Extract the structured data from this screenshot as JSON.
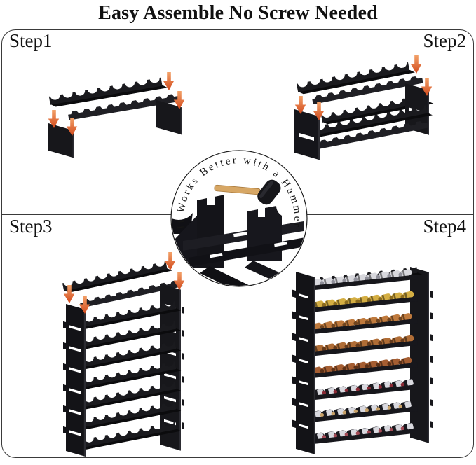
{
  "title": "Easy Assemble No Screw Needed",
  "steps": [
    {
      "label": "Step1",
      "position": "top-left"
    },
    {
      "label": "Step2",
      "position": "top-right"
    },
    {
      "label": "Step3",
      "position": "bottom-left"
    },
    {
      "label": "Step4",
      "position": "bottom-right"
    }
  ],
  "center_badge": {
    "text": "It Works Better with a Hammer"
  },
  "palette": {
    "background": "#ffffff",
    "line": "#3a3a3a",
    "rack_black": "#1a1a1e",
    "arrow_top": "#f3a269",
    "arrow_bottom": "#d2491b",
    "mallet_wood": "#d7a765",
    "mallet_rubber": "#16161a"
  },
  "step4_rack": {
    "bottles_per_row": 9,
    "rows": [
      {
        "name": "silver-foil",
        "style": "foil",
        "color": "#d8d8dd",
        "shade": "#90909a"
      },
      {
        "name": "gold-foil",
        "style": "foil",
        "color": "#d4ae43",
        "shade": "#8a6a1e"
      },
      {
        "name": "copper-foil",
        "style": "foil",
        "color": "#bf7a3d",
        "shade": "#70451f"
      },
      {
        "name": "bronze-foil",
        "style": "foil",
        "color": "#b06d36",
        "shade": "#643a1b"
      },
      {
        "name": "amber-foil",
        "style": "foil",
        "color": "#a55e32",
        "shade": "#5c3117"
      },
      {
        "name": "labeled-red-cap",
        "style": "label",
        "color": "#d9d9df",
        "cap": "#8a2a35"
      },
      {
        "name": "labeled-cream-cap",
        "style": "label",
        "color": "#d9d9df",
        "cap": "#c9a268"
      },
      {
        "name": "labeled-rose-cap",
        "style": "label",
        "color": "#d9d9df",
        "cap": "#a34a55"
      }
    ]
  }
}
